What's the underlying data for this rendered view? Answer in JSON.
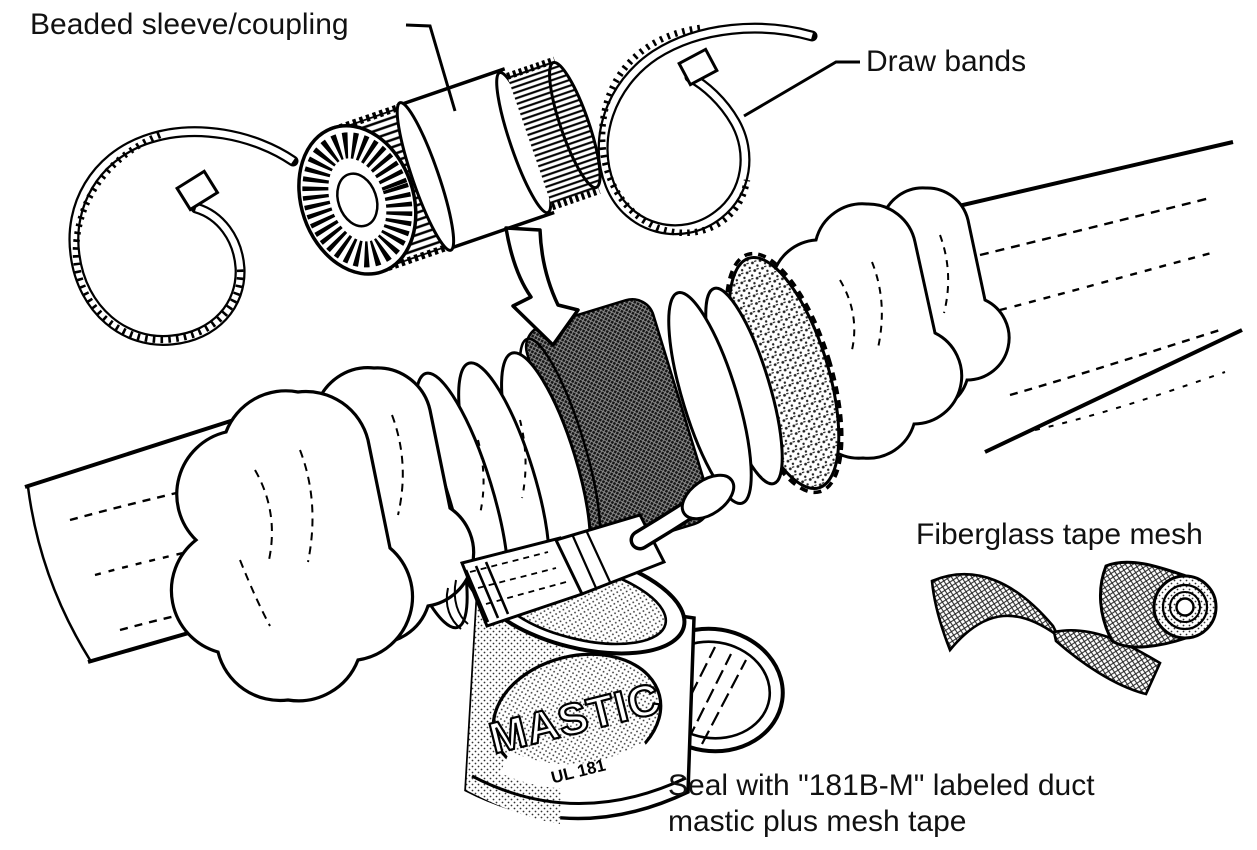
{
  "page": {
    "background": "#ffffff",
    "ink": "#111111"
  },
  "diagram": {
    "labels": {
      "beaded_sleeve": "Beaded sleeve/coupling",
      "draw_bands": "Draw bands",
      "fiberglass_tape_mesh": "Fiberglass tape mesh",
      "caption_line1": "Seal with \"181B-M\" labeled duct",
      "caption_line2": "mastic plus mesh tape"
    },
    "mastic_can": {
      "brand": "MASTIC",
      "listing": "UL 181"
    }
  }
}
